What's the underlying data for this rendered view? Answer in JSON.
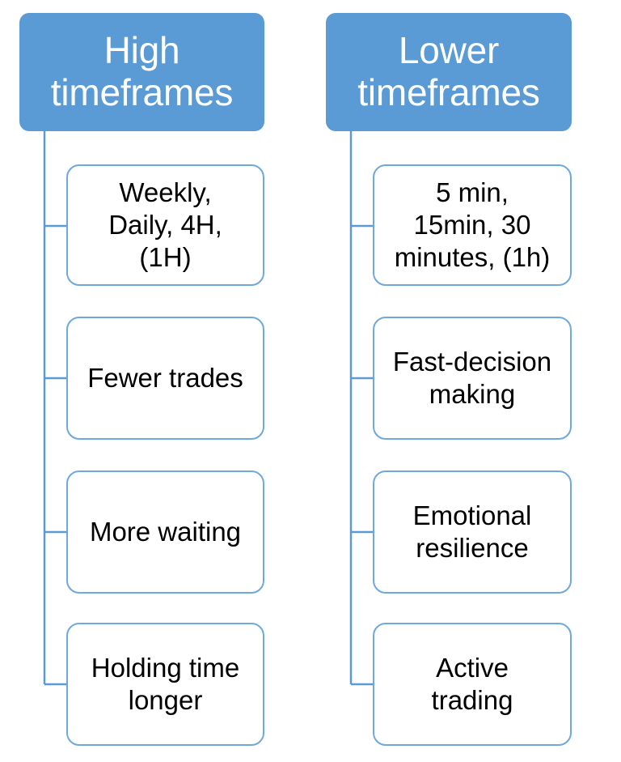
{
  "diagram": {
    "title_visible": false,
    "colors": {
      "header_fill": "#5B9BD5",
      "header_text": "#FFFFFF",
      "leaf_border": "#6FA8DC",
      "leaf_fill": "#FFFFFF",
      "leaf_text": "#000000",
      "connector": "#5B9BD5",
      "background": "#FFFFFF"
    },
    "columns": [
      {
        "id": "high-timeframes",
        "header": "High\ntimeframes",
        "header_line1": "High",
        "header_line2": "timeframes",
        "items": [
          {
            "id": "htf-item-1",
            "text": "Weekly,\nDaily, 4H,\n(1H)"
          },
          {
            "id": "htf-item-2",
            "text": "Fewer trades"
          },
          {
            "id": "htf-item-3",
            "text": "More waiting"
          },
          {
            "id": "htf-item-4",
            "text": "Holding time\nlonger"
          }
        ]
      },
      {
        "id": "lower-timeframes",
        "header": "Lower\ntimeframes",
        "header_line1": "Lower",
        "header_line2": "timeframes",
        "items": [
          {
            "id": "ltf-item-1",
            "text": "5 min,\n15min, 30\nminutes, (1h)"
          },
          {
            "id": "ltf-item-2",
            "text": "Fast-decision\nmaking"
          },
          {
            "id": "ltf-item-3",
            "text": "Emotional\nresilience"
          },
          {
            "id": "ltf-item-4",
            "text": "Active\ntrading"
          }
        ]
      }
    ]
  }
}
